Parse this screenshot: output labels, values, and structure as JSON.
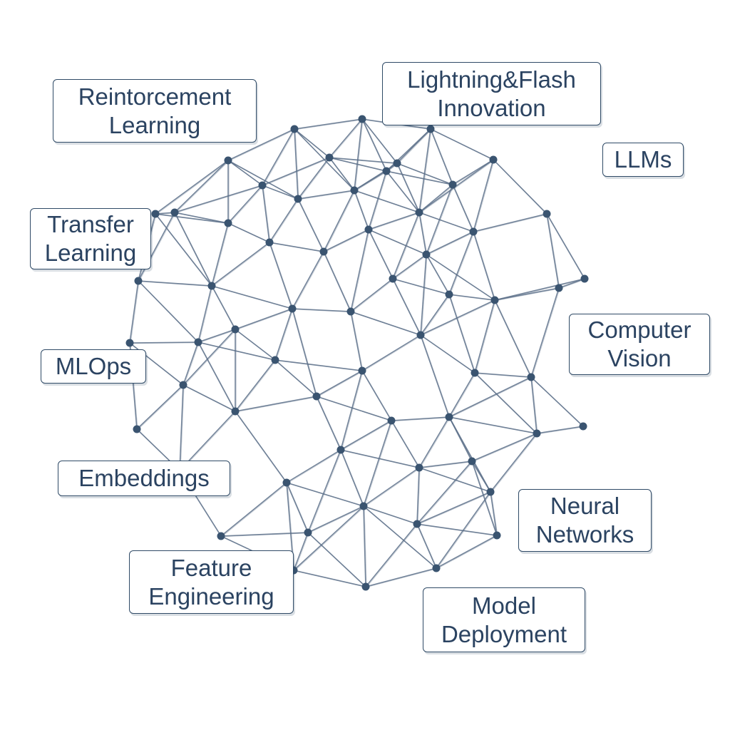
{
  "colors": {
    "line": "#5a6f88",
    "node": "#3a5470",
    "text": "#2b4361",
    "border": "#2f4a66"
  },
  "labels": [
    {
      "id": "reinforcement-learning",
      "lines": [
        "Reintorcement",
        "Learning"
      ]
    },
    {
      "id": "lightning-flash-innovation",
      "lines": [
        "Lightning&Flash",
        "Innovation"
      ]
    },
    {
      "id": "llms",
      "lines": [
        "LLMs"
      ]
    },
    {
      "id": "transfer-learning",
      "lines": [
        "Transfer",
        "Learning"
      ]
    },
    {
      "id": "computer-vision",
      "lines": [
        "Computer",
        "Vision"
      ]
    },
    {
      "id": "mlops",
      "lines": [
        "MLOps"
      ]
    },
    {
      "id": "embeddings",
      "lines": [
        "Embeddings"
      ]
    },
    {
      "id": "neural-networks",
      "lines": [
        "Neural",
        "Networks"
      ]
    },
    {
      "id": "feature-engineering",
      "lines": [
        "Feature",
        "Engineering"
      ]
    },
    {
      "id": "model-deployment",
      "lines": [
        "Model",
        "Deployment"
      ]
    }
  ]
}
